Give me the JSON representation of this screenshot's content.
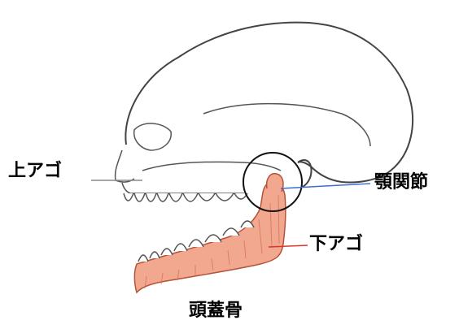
{
  "diagram": {
    "labels": {
      "upper_jaw": "上アゴ",
      "tmj": "顎関節",
      "lower_jaw": "下アゴ",
      "skull": "頭蓋骨"
    },
    "colors": {
      "outline": "#444444",
      "mandible_fill": "#f2a88e",
      "mandible_stroke": "#b5533a",
      "upper_jaw_leader": "#8a8a8a",
      "tmj_leader": "#3d6fd1",
      "lower_jaw_leader": "#d83a2a",
      "circle": "#111111"
    }
  }
}
